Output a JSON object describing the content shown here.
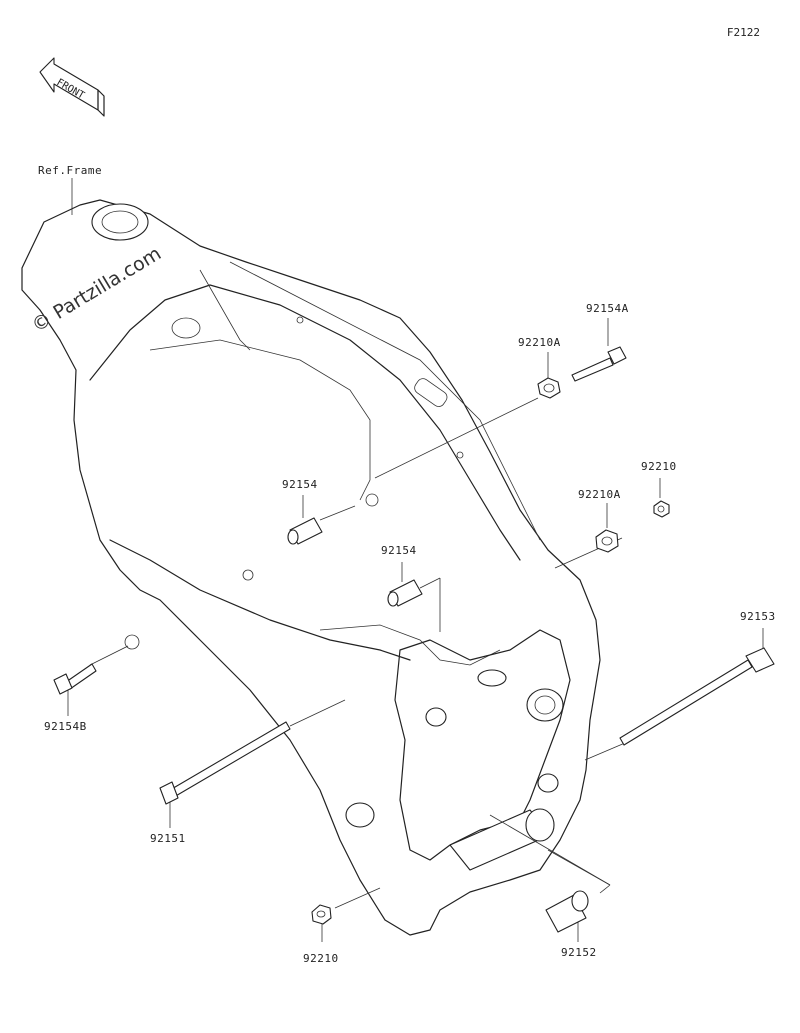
{
  "diagram_code": "F2122",
  "front_label": "FRONT",
  "watermark": "© Partzilla.com",
  "ref_frame_label": "Ref.Frame",
  "parts": {
    "p92154A": "92154A",
    "p92210A_top": "92210A",
    "p92210_right": "92210",
    "p92210A_mid": "92210A",
    "p92154_a": "92154",
    "p92154_b": "92154",
    "p92153": "92153",
    "p92154B": "92154B",
    "p92151": "92151",
    "p92210_bottom": "92210",
    "p92152": "92152"
  }
}
